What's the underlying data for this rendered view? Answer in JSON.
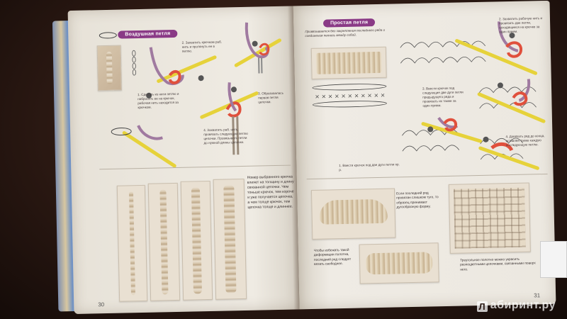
{
  "left_page": {
    "section_title": "Воздушная петля",
    "steps": [
      "1. Сделать из нити петлю и набросить ее на крючок, рабочая нить находится за крючком.",
      "2. Захватить крючком раб. нить и протянуть ее в петлю.",
      "3. Образовалась первая петля цепочки.",
      "4. Захватить раб. нить, провязать следующую петлю цепочки. Провязывать петли до нужной длины цепочки."
    ],
    "note": "Номер выбранного крючка влияет на толщину и длину связанной цепочки. Чем тоньше крючок, тем короче и уже получается цепочка, а чем толще крючок, тем цепочка толще и длиннее.",
    "page_number": "30"
  },
  "right_page": {
    "section_title": "Простая петля",
    "intro": "Провязывается без закрепления последнего ряда и соединения петель между собой.",
    "steps": [
      "1. Ввести крючок под две дуги петли пр. р.",
      "2. Захватить рабочую нить и провязать две петли, находящиеся на крючке за один прием.",
      "3. Ввести крючок под следующие две дуги петли предыдущего ряда и провязать их также за один прием.",
      "4. Довязать ряд до конца, вставляя также каждую последующую петлю."
    ],
    "caption_1": "Если последний ряд провязан слишком туго, то образец принимает дугообразную форму.",
    "caption_2": "Чтобы избежать такой деформации полотна, последний ряд следует вязать свободнее.",
    "caption_3": "Треугольное полотно можно украсить разноцветными цепочками, связанными поверх него.",
    "page_number": "31"
  },
  "watermark": {
    "letter": "Л",
    "text": "абиринт.ру"
  },
  "colors": {
    "accent_purple": "#8a3a86",
    "yarn_red": "#e0503c",
    "hook_yellow": "#e6d23a"
  }
}
